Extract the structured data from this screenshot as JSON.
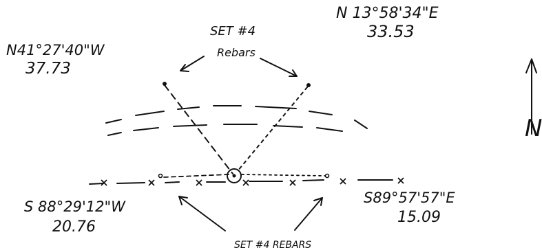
{
  "labels": {
    "northeast_bearing": "N 13°58'34\"E",
    "northeast_distance": "33.53",
    "northwest_bearing": "N41°27'40\"W",
    "northwest_distance": "37.73",
    "top_set_label": "SET #4",
    "top_rebars_label": "Rebars",
    "southwest_bearing": "S 88°29'12\"W",
    "southwest_distance": "20.76",
    "southeast_bearing": "S89°57'57\"E",
    "southeast_distance": "15.09",
    "bottom_set_label": "SET #4 REBARS",
    "north_letter": "N"
  }
}
